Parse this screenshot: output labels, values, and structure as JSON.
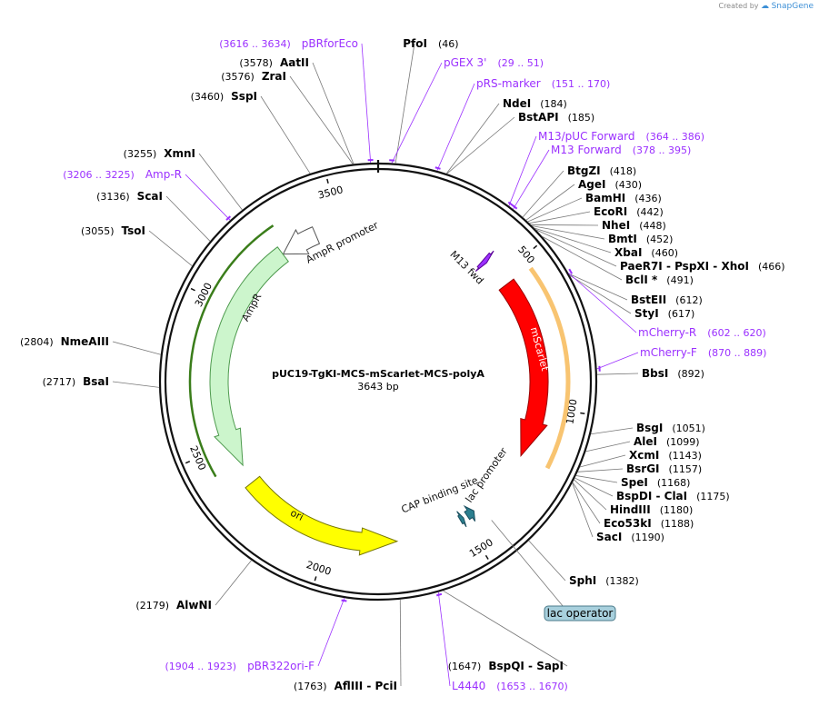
{
  "watermark": {
    "prefix": "Created by",
    "brand": "SnapGene"
  },
  "plasmid": {
    "name": "pUC19-TgKI-MCS-mScarlet-MCS-polyA",
    "length_text": "3643 bp",
    "length": 3643
  },
  "ticks": [
    {
      "label": "500",
      "pos": 500
    },
    {
      "label": "1000",
      "pos": 1000
    },
    {
      "label": "1500",
      "pos": 1500
    },
    {
      "label": "2000",
      "pos": 2000
    },
    {
      "label": "2500",
      "pos": 2500
    },
    {
      "label": "3000",
      "pos": 3000
    },
    {
      "label": "3500",
      "pos": 3500
    }
  ],
  "features": [
    {
      "name": "AmpR promoter",
      "start": 3410,
      "end": 3272,
      "color": "#ffffff",
      "stroke": "#555555",
      "ring": 1
    },
    {
      "name": "AmpR",
      "start": 3271,
      "end": 2411,
      "color": "#ccf5cc",
      "stroke": "#4e9a4e",
      "ring": 1
    },
    {
      "name": "ori",
      "start": 2341,
      "end": 1753,
      "color": "#ffff00",
      "stroke": "#777700",
      "ring": 2
    },
    {
      "name": "mScarlet",
      "start": 535,
      "end": 1189,
      "color": "#ff0000",
      "stroke": "#990000",
      "ring": 2
    },
    {
      "name": "M13 fwd",
      "start": 413,
      "end": 429,
      "color": "#9b30ff",
      "stroke": "#5a0099",
      "ring": 2
    },
    {
      "name": "lac promoter",
      "start": 1482,
      "end": 1452,
      "color": "#2b7f8f",
      "stroke": "#1b4f5f",
      "ring": 2
    },
    {
      "name": "CAP binding site",
      "start": 1511,
      "end": 1497,
      "color": "#2b7f8f",
      "stroke": "#1b4f5f",
      "ring": 2
    },
    {
      "name": "lac operator",
      "start": 1416,
      "end": 1432,
      "color": "#a8d0dd",
      "stroke": "#4a7a8a",
      "ring": 0
    }
  ],
  "primers": [
    {
      "name": "pBRforEco",
      "range": "(3616 .. 3634)"
    },
    {
      "name": "pGEX 3'",
      "range": "(29 .. 51)"
    },
    {
      "name": "pRS-marker",
      "range": "(151 .. 170)"
    },
    {
      "name": "M13/pUC Forward",
      "range": "(364 .. 386)"
    },
    {
      "name": "M13 Forward",
      "range": "(378 .. 395)"
    },
    {
      "name": "mCherry-R",
      "range": "(602 .. 620)"
    },
    {
      "name": "mCherry-F",
      "range": "(870 .. 889)"
    },
    {
      "name": "Amp-R",
      "range": "(3206 .. 3225)"
    },
    {
      "name": "pBR322ori-F",
      "range": "(1904 .. 1923)"
    },
    {
      "name": "L4440",
      "range": "(1653 .. 1670)"
    }
  ],
  "enzymes": [
    {
      "name": "PfoI",
      "pos": "(46)"
    },
    {
      "name": "AatII",
      "pos": "(3578)"
    },
    {
      "name": "ZraI",
      "pos": "(3576)"
    },
    {
      "name": "SspI",
      "pos": "(3460)"
    },
    {
      "name": "XmnI",
      "pos": "(3255)"
    },
    {
      "name": "ScaI",
      "pos": "(3136)"
    },
    {
      "name": "TsoI",
      "pos": "(3055)"
    },
    {
      "name": "NmeAIII",
      "pos": "(2804)"
    },
    {
      "name": "BsaI",
      "pos": "(2717)"
    },
    {
      "name": "AlwNI",
      "pos": "(2179)"
    },
    {
      "name": "AflIII - PciI",
      "pos": "(1763)"
    },
    {
      "name": "BspQI - SapI",
      "pos": "(1647)"
    },
    {
      "name": "SphI",
      "pos": "(1382)"
    },
    {
      "name": "NdeI",
      "pos": "(184)"
    },
    {
      "name": "BstAPI",
      "pos": "(185)"
    },
    {
      "name": "BtgZI",
      "pos": "(418)"
    },
    {
      "name": "AgeI",
      "pos": "(430)"
    },
    {
      "name": "BamHI",
      "pos": "(436)"
    },
    {
      "name": "EcoRI",
      "pos": "(442)"
    },
    {
      "name": "NheI",
      "pos": "(448)"
    },
    {
      "name": "BmtI",
      "pos": "(452)"
    },
    {
      "name": "XbaI",
      "pos": "(460)"
    },
    {
      "name": "PaeR7I - PspXI - XhoI",
      "pos": "(466)"
    },
    {
      "name": "BclI *",
      "pos": "(491)"
    },
    {
      "name": "BstEII",
      "pos": "(612)"
    },
    {
      "name": "StyI",
      "pos": "(617)"
    },
    {
      "name": "BbsI",
      "pos": "(892)"
    },
    {
      "name": "BsgI",
      "pos": "(1051)"
    },
    {
      "name": "AleI",
      "pos": "(1099)"
    },
    {
      "name": "XcmI",
      "pos": "(1143)"
    },
    {
      "name": "BsrGI",
      "pos": "(1157)"
    },
    {
      "name": "SpeI",
      "pos": "(1168)"
    },
    {
      "name": "BspDI - ClaI",
      "pos": "(1175)"
    },
    {
      "name": "HindIII",
      "pos": "(1180)"
    },
    {
      "name": "Eco53kI",
      "pos": "(1188)"
    },
    {
      "name": "SacI",
      "pos": "(1190)"
    }
  ]
}
